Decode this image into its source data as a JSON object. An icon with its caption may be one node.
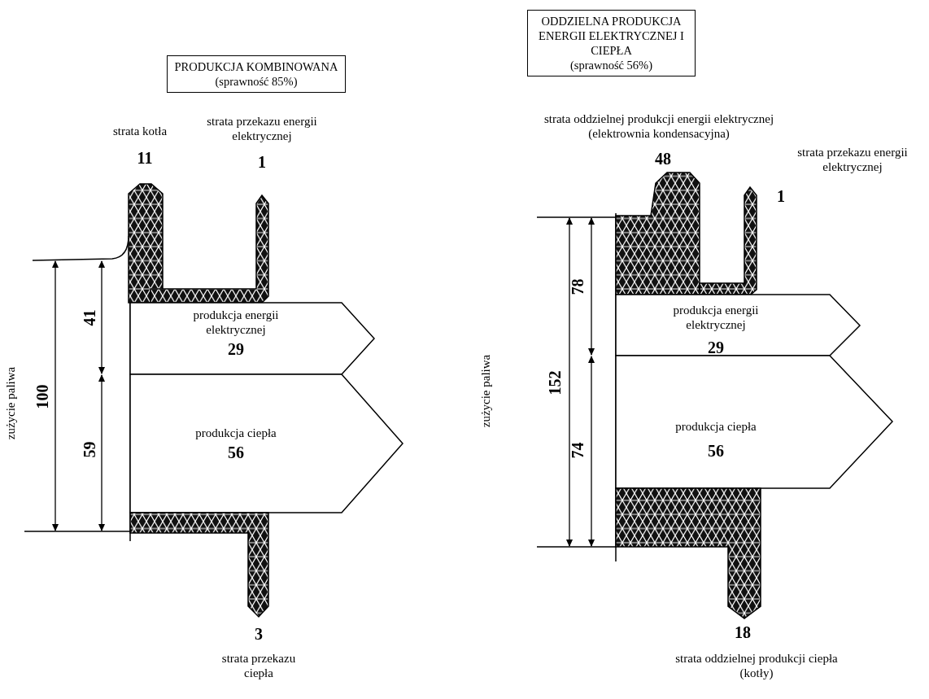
{
  "diagram": {
    "nodes": [
      {
        "text": [
          "PRODUKCJA KOMBINOWANA",
          "(sprawność 85%)"
        ]
      },
      {
        "text": [
          "strata kotła",
          "11"
        ]
      },
      {
        "text": [
          "strata przekazu energii elektrycznej",
          "1"
        ]
      },
      {
        "text": [
          "produkcja energii elektrycznej",
          "29"
        ]
      },
      {
        "text": [
          "produkcja ciepła",
          "56"
        ]
      },
      {
        "text": [
          "3",
          "strata przekazu ciepła"
        ]
      },
      {
        "text": [
          "ODDZIELNA PRODUKCJA ENERGII ELEKTRYCZNEJ I CIEPŁA",
          "(sprawność 56%)"
        ]
      },
      {
        "text": [
          "strata oddzielnej produkcji energii elektrycznej (elektrownia kondensacyjna)",
          "48"
        ]
      },
      {
        "text": [
          "strata przekazu energii elektrycznej",
          "1"
        ]
      },
      {
        "text": [
          "produkcja energii elektrycznej",
          "29"
        ]
      },
      {
        "text": [
          "produkcja ciepła",
          "56"
        ]
      },
      {
        "text": [
          "18",
          "strata oddzielnej produkcji ciepła (kotły)"
        ]
      }
    ],
    "labels": [
      "zużycie paliwa",
      "100",
      "41",
      "59",
      "zużycie paliwa",
      "152",
      "78",
      "74"
    ]
  }
}
